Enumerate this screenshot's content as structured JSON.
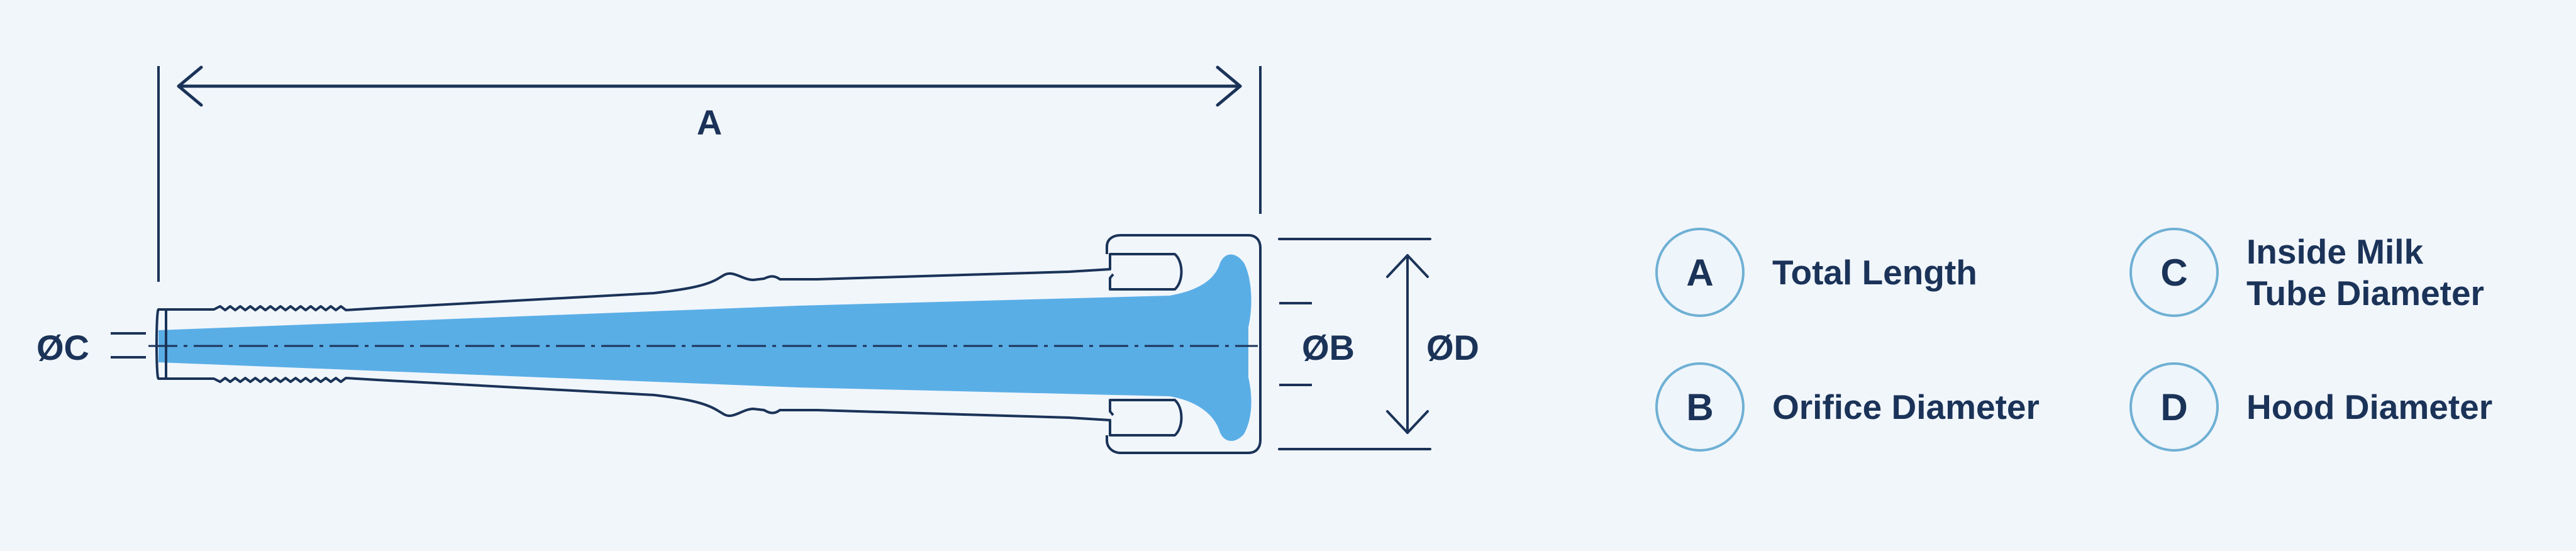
{
  "dimensions": {
    "a_label": "A",
    "b_label": "ØB",
    "c_label": "ØC",
    "d_label": "ØD"
  },
  "legend": [
    {
      "key": "A",
      "label": "Total Length"
    },
    {
      "key": "C",
      "label_lines": [
        "Inside Milk",
        "Tube Diameter"
      ]
    },
    {
      "key": "B",
      "label": "Orifice Diameter"
    },
    {
      "key": "D",
      "label": "Hood Diameter"
    }
  ],
  "colors": {
    "background": "#f1f6fb",
    "outline": "#1b3358",
    "fill": "#5aaee6",
    "badge_border": "#6fb0d4"
  }
}
